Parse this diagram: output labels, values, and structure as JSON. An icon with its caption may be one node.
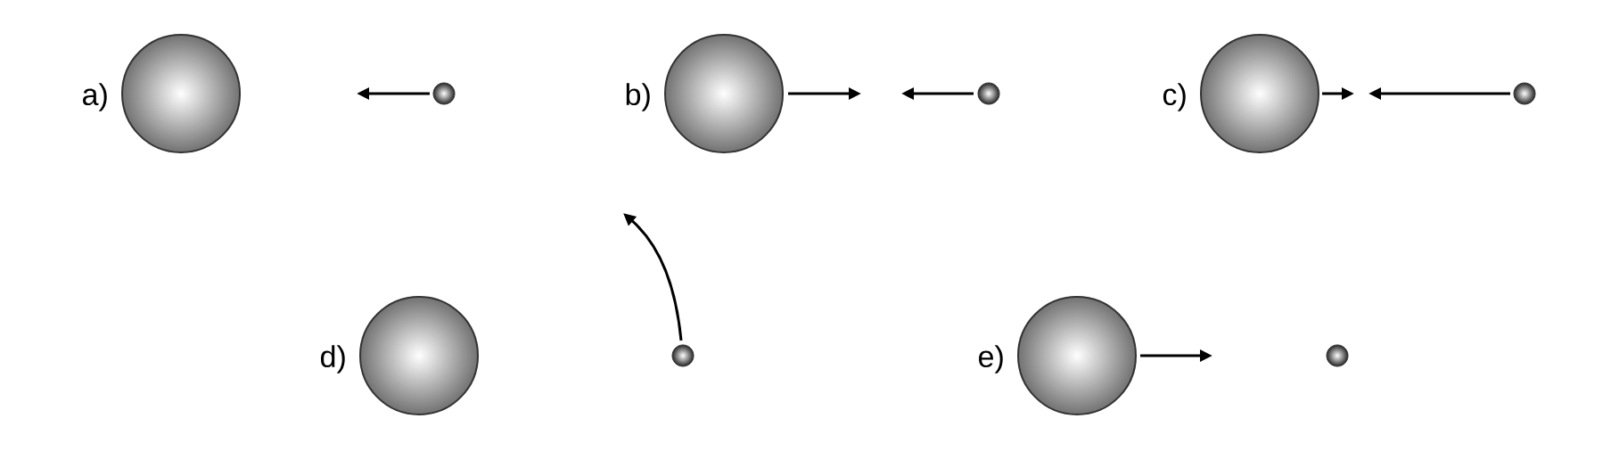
{
  "diagram": {
    "nodes": [
      {
        "text": [],
        "shape": "circle",
        "beside": [
          "a)"
        ]
      },
      {
        "text": [],
        "shape": "circle"
      },
      {
        "text": [],
        "shape": "circle",
        "beside": [
          "b)"
        ]
      },
      {
        "text": [],
        "shape": "circle"
      },
      {
        "text": [],
        "shape": "circle",
        "beside": [
          "c)"
        ]
      },
      {
        "text": [],
        "shape": "circle"
      },
      {
        "text": [],
        "shape": "circle",
        "beside": [
          "d)"
        ]
      },
      {
        "text": [],
        "shape": "circle"
      },
      {
        "text": [],
        "shape": "circle",
        "beside": [
          "e)"
        ]
      },
      {
        "text": [],
        "shape": "circle"
      }
    ]
  }
}
